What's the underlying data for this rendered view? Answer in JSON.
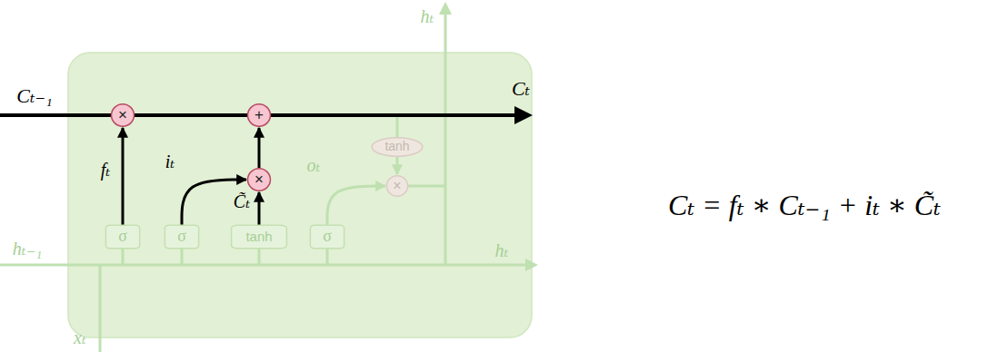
{
  "diagram": {
    "nodes": [
      {
        "text": [
          "×"
        ]
      },
      {
        "text": [
          "+"
        ]
      },
      {
        "text": [
          "×"
        ]
      },
      {
        "text": [
          "tanh"
        ]
      },
      {
        "text": [
          "×"
        ]
      },
      {
        "text": [
          "σ"
        ]
      },
      {
        "text": [
          "σ"
        ]
      },
      {
        "text": [
          "tanh"
        ]
      },
      {
        "text": [
          "σ"
        ]
      }
    ],
    "edges": [
      {
        "from": 0,
        "to": 1,
        "arrow": "none"
      },
      {
        "from": 5,
        "to": 0,
        "arrow": "to",
        "label": "fₜ"
      },
      {
        "from": 6,
        "to": 2,
        "arrow": "to",
        "label": "iₜ"
      },
      {
        "from": 7,
        "to": 2,
        "arrow": "to",
        "label": "C̃ₜ"
      },
      {
        "from": 2,
        "to": 1,
        "arrow": "to"
      },
      {
        "from": 8,
        "to": 4,
        "arrow": "to",
        "label": "oₜ"
      },
      {
        "from": 3,
        "to": 4,
        "arrow": "to"
      }
    ],
    "labels": [
      "Cₜ₋₁",
      "Cₜ",
      "hₜ",
      "hₜ₋₁",
      "hₜ",
      "xₜ",
      "Cₜ = fₜ ∗ Cₜ₋₁ + iₜ ∗ C̃ₜ"
    ]
  }
}
